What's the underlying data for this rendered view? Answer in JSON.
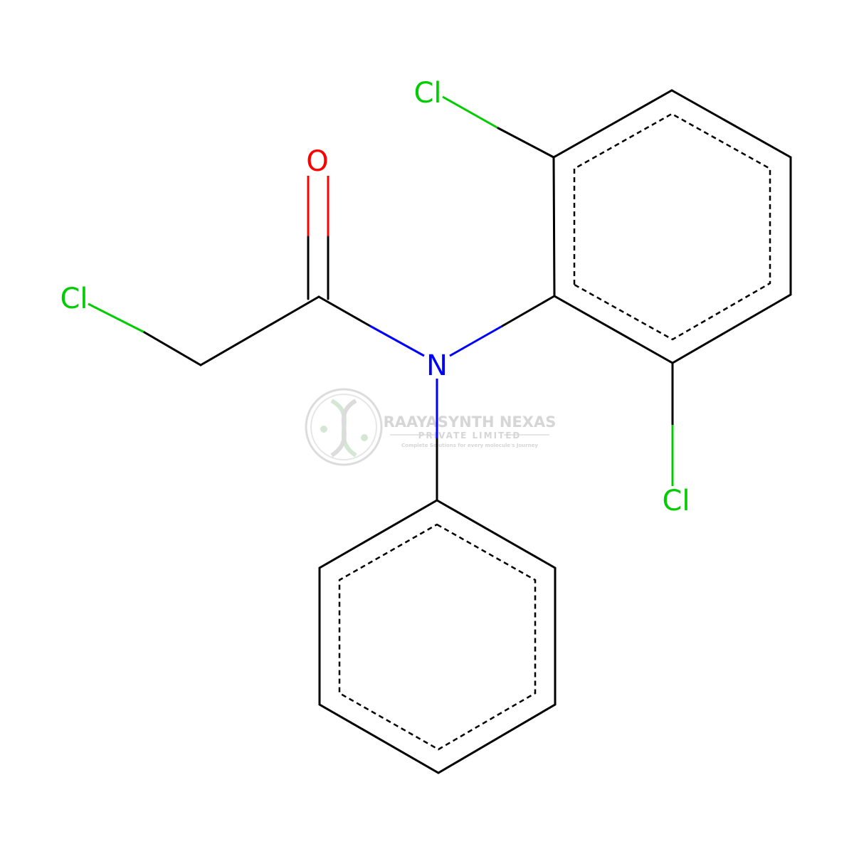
{
  "colors": {
    "carbon_bond": "#000000",
    "chlorine": "#00CC00",
    "oxygen": "#FF0000",
    "nitrogen": "#0000FF",
    "watermark": "#d6d6d6"
  },
  "atoms": {
    "cl_acetyl": "Cl",
    "oxygen": "O",
    "nitrogen": "N",
    "cl_ring_top": "Cl",
    "cl_ring_bottom": "Cl"
  },
  "watermark": {
    "company": "RAAYASYNTH NEXAS",
    "subtitle": "PRIVATE LIMITED",
    "tagline": "Complete Solutions for every molecule's Journey",
    "logo": "dna-helix-logo"
  }
}
